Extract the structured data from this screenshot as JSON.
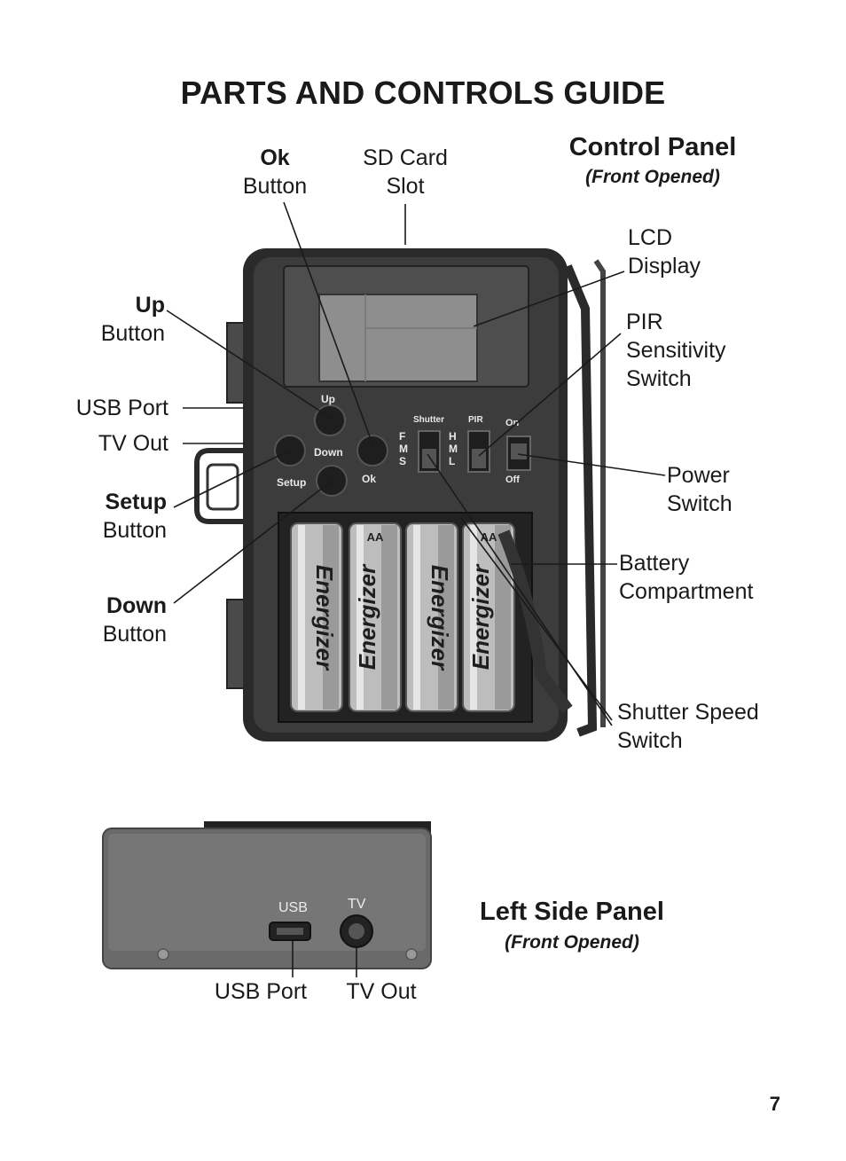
{
  "title": "PARTS AND CONTROLS GUIDE",
  "control_panel": {
    "heading": "Control Panel",
    "subheading": "(Front Opened)",
    "labels": {
      "ok_bold": "Ok",
      "ok_rest": "Button",
      "sd_1": "SD Card",
      "sd_2": "Slot",
      "up_bold": "Up",
      "up_rest": "Button",
      "usb": "USB Port",
      "tv": "TV Out",
      "setup_bold": "Setup",
      "setup_rest": "Button",
      "down_bold": "Down",
      "down_rest": "Button",
      "lcd_1": "LCD",
      "lcd_2": "Display",
      "pir_1": "PIR",
      "pir_2": "Sensitivity",
      "pir_3": "Switch",
      "power_1": "Power",
      "power_2": "Switch",
      "battery_1": "Battery",
      "battery_2": "Compartment",
      "shutter_1": "Shutter Speed",
      "shutter_2": "Switch"
    },
    "device_text": {
      "btn_up": "Up",
      "btn_down": "Down",
      "btn_setup": "Setup",
      "btn_ok": "Ok",
      "sw_shutter": "Shutter",
      "sw_pir": "PIR",
      "sw_on": "On",
      "sw_off": "Off",
      "fms": [
        "F",
        "M",
        "S"
      ],
      "hml": [
        "H",
        "M",
        "L"
      ],
      "battery_brand": "Energizer",
      "battery_size": "AA"
    }
  },
  "left_panel": {
    "heading": "Left Side Panel",
    "subheading": "(Front Opened)",
    "usb_label": "USB Port",
    "tv_label": "TV Out",
    "port_usb": "USB",
    "port_tv": "TV"
  },
  "page_number": "7",
  "colors": {
    "device_body": "#3c3c3c",
    "device_frame": "#2a2a2a",
    "lcd_outer": "#4e4e4e",
    "lcd_screen": "#8e8e8e",
    "side_panel": "#6a6a6a"
  }
}
